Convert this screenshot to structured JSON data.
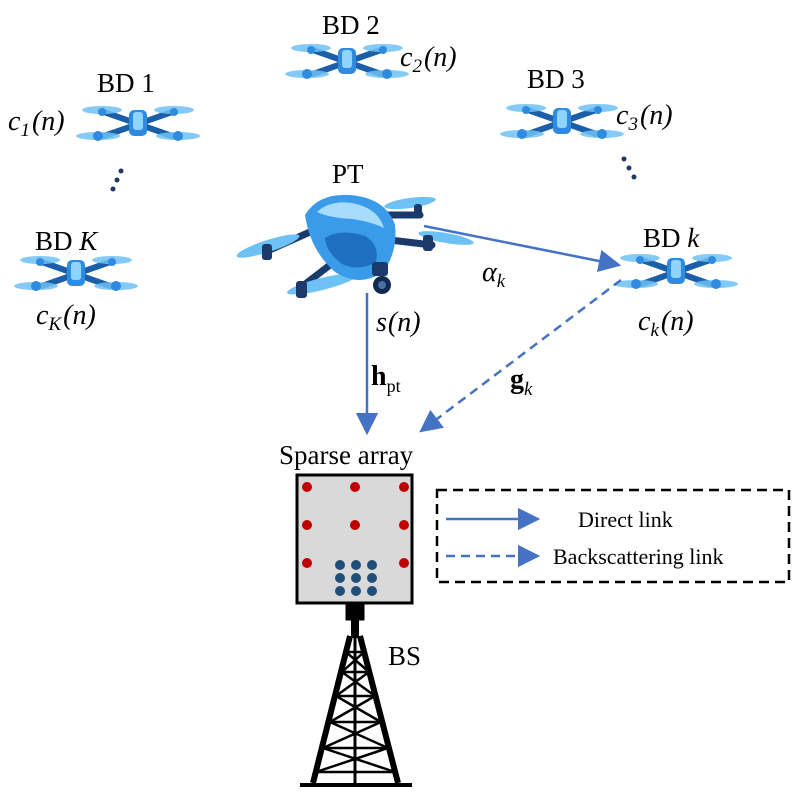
{
  "nodes": {
    "bd1": {
      "label": "BD 1",
      "signal": "c",
      "sub": "1",
      "arg": "(n)"
    },
    "bd2": {
      "label": "BD 2",
      "signal": "c",
      "sub": "2",
      "arg": "(n)"
    },
    "bd3": {
      "label": "BD 3",
      "signal": "c",
      "sub": "3",
      "arg": "(n)"
    },
    "bdK": {
      "label_prefix": "BD ",
      "label_var": "K",
      "signal": "c",
      "sub": "K",
      "arg": "(n)"
    },
    "bdk": {
      "label_prefix": "BD ",
      "label_var": "k",
      "signal": "c",
      "sub": "k",
      "arg": "(n)"
    },
    "pt": {
      "label": "PT",
      "signal": "s",
      "arg": "(n)"
    },
    "array": {
      "label": "Sparse array"
    },
    "bs": {
      "label": "BS"
    }
  },
  "links": {
    "alpha": {
      "symbol": "α",
      "sub": "k"
    },
    "h": {
      "symbol": "h",
      "sub": "pt"
    },
    "g": {
      "symbol": "g",
      "sub": "k"
    }
  },
  "legend": {
    "direct": "Direct link",
    "backscatter": "Backscattering link"
  },
  "colors": {
    "link": "#4472C4",
    "drone": "#2E8BE0",
    "drone_light": "#6EC1F5",
    "drone_dark": "#1A5FA8",
    "red_element": "#C00000",
    "blue_element": "#1F4E79",
    "array_fill": "#D9D9D9"
  },
  "icons": [
    "drone-icon",
    "pt-drone-icon",
    "tower-icon",
    "array-panel-icon"
  ]
}
